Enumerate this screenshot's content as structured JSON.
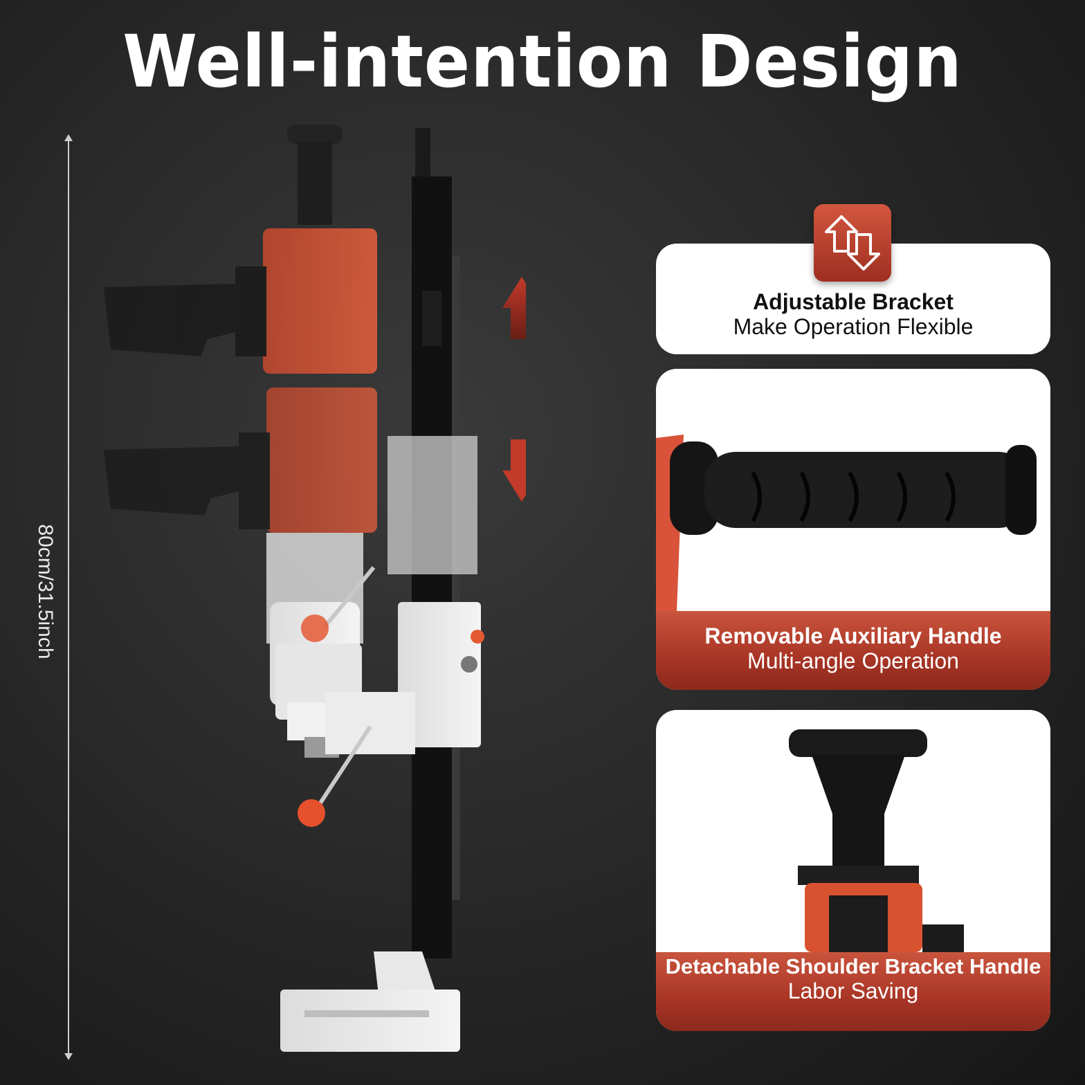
{
  "title": "Well-intention Design",
  "dimension_label": "80cm/31.5inch",
  "features": [
    {
      "title": "Adjustable Bracket",
      "subtitle": "Make Operation Flexible",
      "icon": "up-down-arrows-icon"
    },
    {
      "title": "Removable Auxiliary Handle",
      "subtitle": "Multi-angle Operation"
    },
    {
      "title": "Detachable Shoulder Bracket Handle",
      "subtitle": "Labor Saving"
    }
  ],
  "colors": {
    "accent": "#b03a2a",
    "background": "#262626",
    "card": "#ffffff"
  }
}
